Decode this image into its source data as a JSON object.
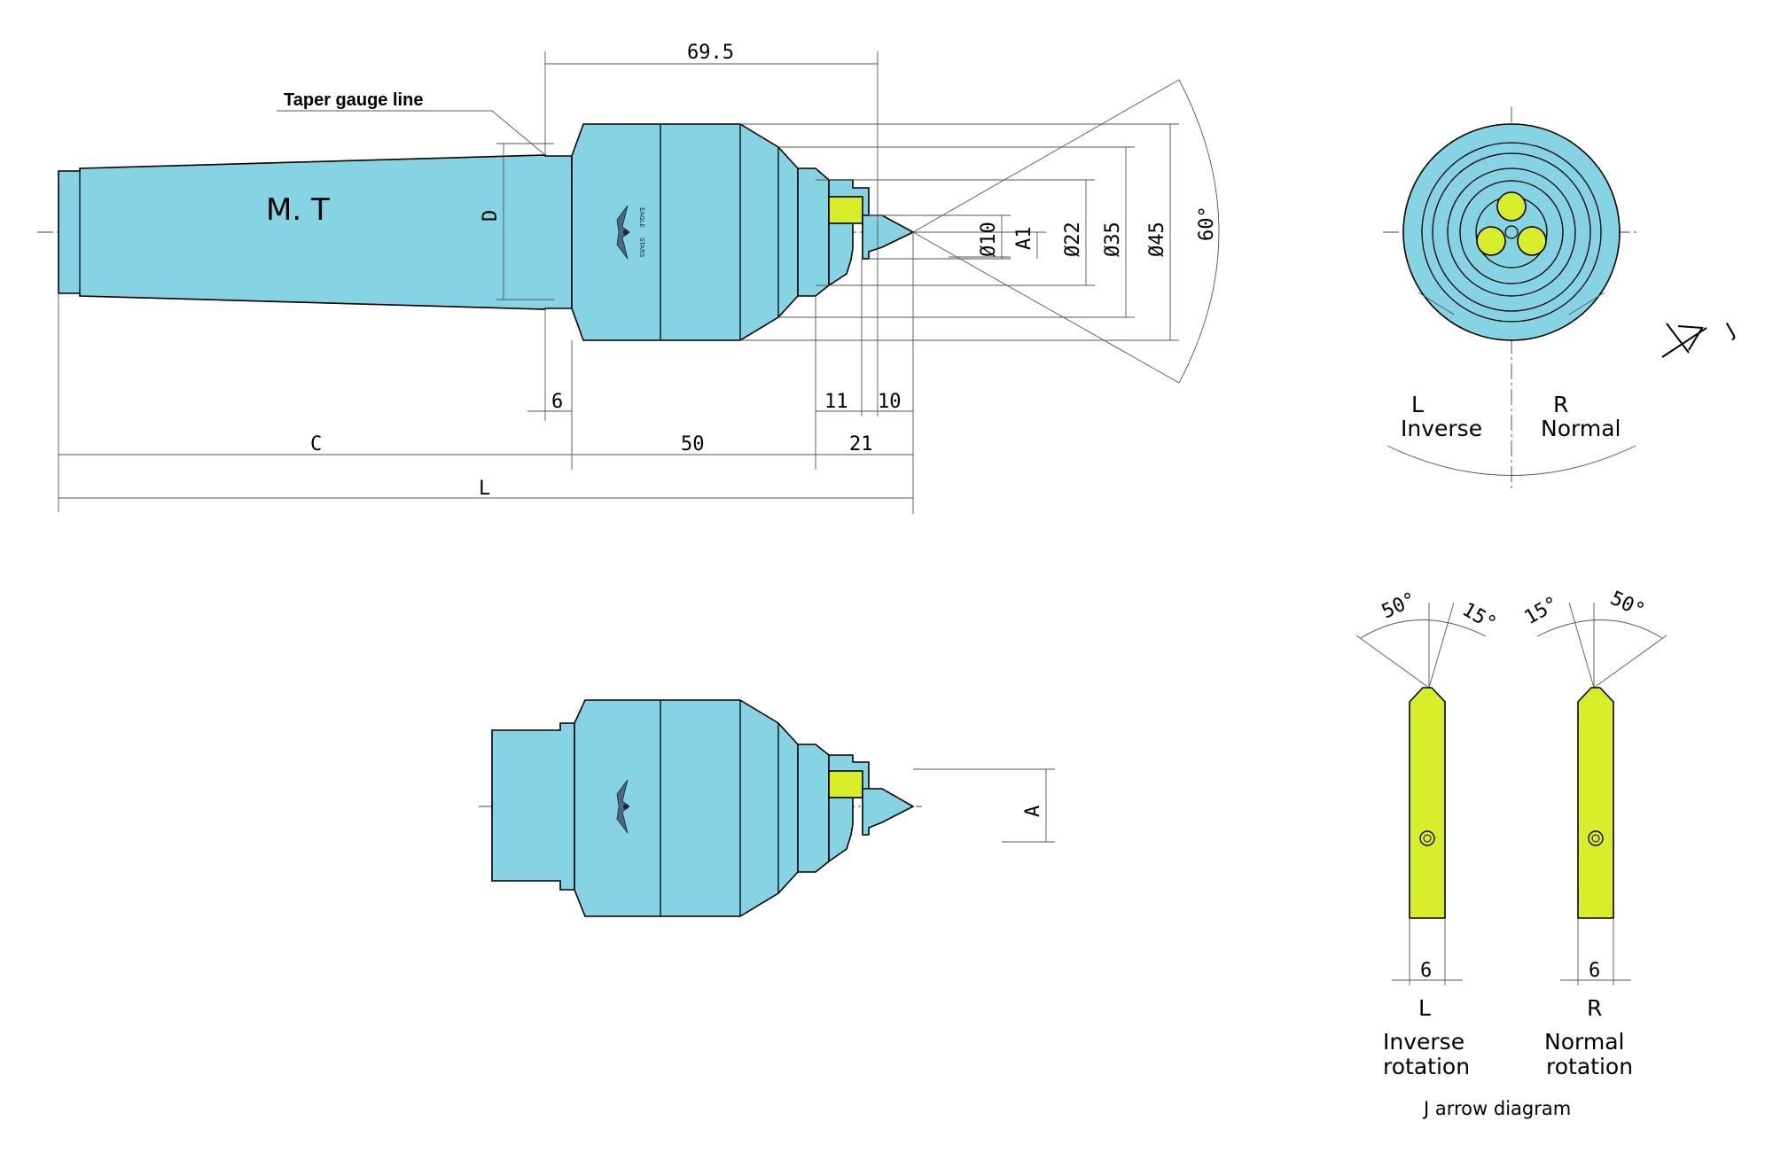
{
  "annotations": {
    "taper_gauge_line": "Taper gauge line",
    "mt": "M. T"
  },
  "dimensions": {
    "d69_5": "69.5",
    "d6_top": "6",
    "d11": "11",
    "d10": "10",
    "c": "C",
    "d50": "50",
    "d21": "21",
    "l": "L",
    "D": "D",
    "dia10": "Ø10",
    "a1": "A1",
    "dia22": "Ø22",
    "dia35": "Ø35",
    "dia45": "Ø45",
    "ang60": "60°",
    "a_lower": "A"
  },
  "end_view": {
    "arrow_letter": "J",
    "left_letter": "L",
    "left_word": "Inverse",
    "right_letter": "R",
    "right_word": "Normal"
  },
  "arrow_diagram": {
    "left_angle_big": "50°",
    "left_angle_small": "15°",
    "right_angle_small": "15°",
    "right_angle_big": "50°",
    "left_width": "6",
    "right_width": "6",
    "left_letter": "L",
    "right_letter": "R",
    "left_caption_1": "Inverse",
    "left_caption_2": "rotation",
    "right_caption_1": "Normal",
    "right_caption_2": "rotation",
    "title": "J arrow diagram"
  },
  "logo_text": {
    "top": "EAGLE",
    "bottom": "STARS"
  },
  "colors": {
    "body": "#86d3e3",
    "insert": "#d8ee2a",
    "line": "#000000"
  }
}
